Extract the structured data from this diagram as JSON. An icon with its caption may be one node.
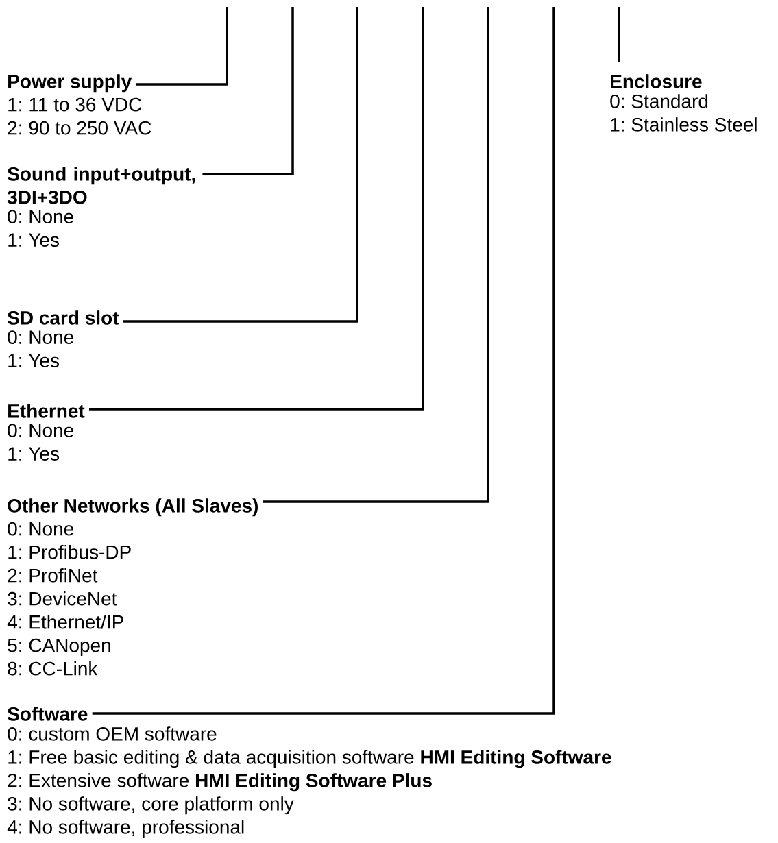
{
  "diagram": {
    "nodes": [
      {
        "text": [
          "Power supply",
          "1: 11 to 36 VDC",
          "2: 90 to 250 VAC"
        ]
      },
      {
        "text": [
          "Enclosure",
          "0: Standard",
          "1: Stainless Steel"
        ]
      },
      {
        "text": [
          "Sound input+output, 3DI+3DO",
          "0: None",
          "1: Yes"
        ]
      },
      {
        "text": [
          "SD card slot",
          "0: None",
          "1: Yes"
        ]
      },
      {
        "text": [
          "Ethernet",
          "0: None",
          "1: Yes"
        ]
      },
      {
        "text": [
          "Other Networks (All Slaves)",
          "0: None",
          "1: Profibus-DP",
          "2: ProfiNet",
          "3: DeviceNet",
          "4: Ethernet/IP",
          "5: CANopen",
          "8: CC-Link"
        ]
      },
      {
        "text": [
          "Software",
          "0: custom OEM software",
          "1: Free basic editing & data acquisition software **HMI Editing Software**",
          "2: Extensive software **HMI Editing Software Plus**",
          "3: No software, core platform only",
          "4: No software, professional"
        ]
      }
    ],
    "edges": [
      {
        "from": 0,
        "to": null,
        "arrow": "none"
      },
      {
        "from": 2,
        "to": null,
        "arrow": "none"
      },
      {
        "from": 3,
        "to": null,
        "arrow": "none"
      },
      {
        "from": 4,
        "to": null,
        "arrow": "none"
      },
      {
        "from": 5,
        "to": null,
        "arrow": "none"
      },
      {
        "from": 6,
        "to": null,
        "arrow": "none"
      },
      {
        "from": 1,
        "to": null,
        "arrow": "none"
      }
    ]
  }
}
